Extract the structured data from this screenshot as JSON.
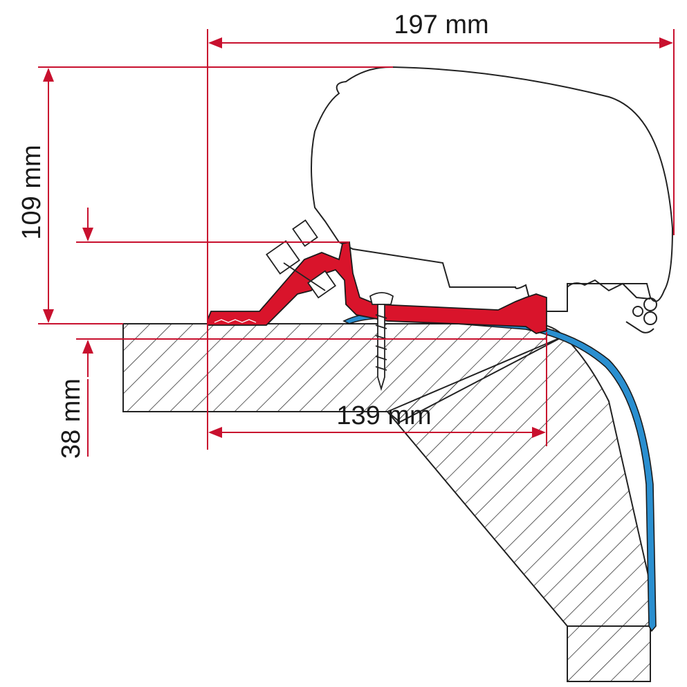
{
  "diagram": {
    "dimensions": {
      "width_total": "197 mm",
      "height_total": "109 mm",
      "roof_offset": "38 mm",
      "adapter_width": "139 mm"
    },
    "colors": {
      "dimension_line": "#c8102e",
      "adapter_profile": "#d9142b",
      "seal_profile": "#2a8fd0",
      "outline": "#222222",
      "hatch": "#333333"
    }
  }
}
